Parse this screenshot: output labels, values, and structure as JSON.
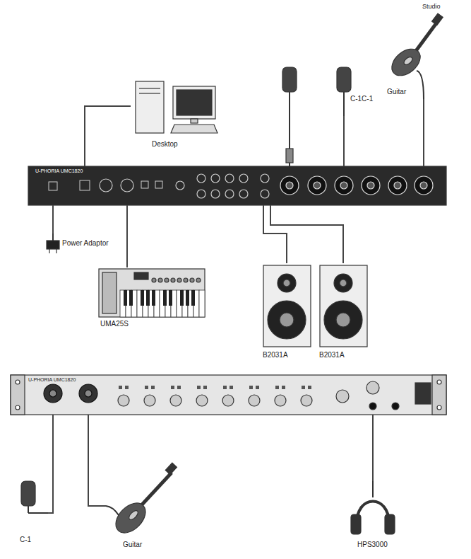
{
  "diagram": {
    "nodes": [
      {
        "text": [
          "Desktop"
        ]
      },
      {
        "text": [
          "C-1C-1"
        ]
      },
      {
        "text": [
          "Guitar"
        ]
      },
      {
        "text": [
          "U-PHORIA UMC1820"
        ]
      },
      {
        "text": [
          "Power Adaptor"
        ]
      },
      {
        "text": [
          "UMA25S"
        ]
      },
      {
        "text": [
          "B2031A"
        ]
      },
      {
        "text": [
          "B2031A"
        ]
      },
      {
        "text": [
          "U-PHORIA UMC1820"
        ]
      },
      {
        "text": [
          "C-1"
        ]
      },
      {
        "text": [
          "Guitar"
        ]
      },
      {
        "text": [
          "HPS3000"
        ]
      }
    ],
    "edges": [
      {
        "from": 0,
        "to": 3,
        "arrow": "none"
      },
      {
        "from": 1,
        "to": 3,
        "arrow": "none"
      },
      {
        "from": 2,
        "to": 3,
        "arrow": "none"
      },
      {
        "from": 3,
        "to": 4,
        "arrow": "none"
      },
      {
        "from": 3,
        "to": 5,
        "arrow": "none"
      },
      {
        "from": 3,
        "to": 6,
        "arrow": "none"
      },
      {
        "from": 3,
        "to": 7,
        "arrow": "none"
      },
      {
        "from": 8,
        "to": 9,
        "arrow": "none"
      },
      {
        "from": 8,
        "to": 10,
        "arrow": "none"
      },
      {
        "from": 8,
        "to": 11,
        "arrow": "none"
      }
    ],
    "labels": [
      "Studio"
    ]
  }
}
